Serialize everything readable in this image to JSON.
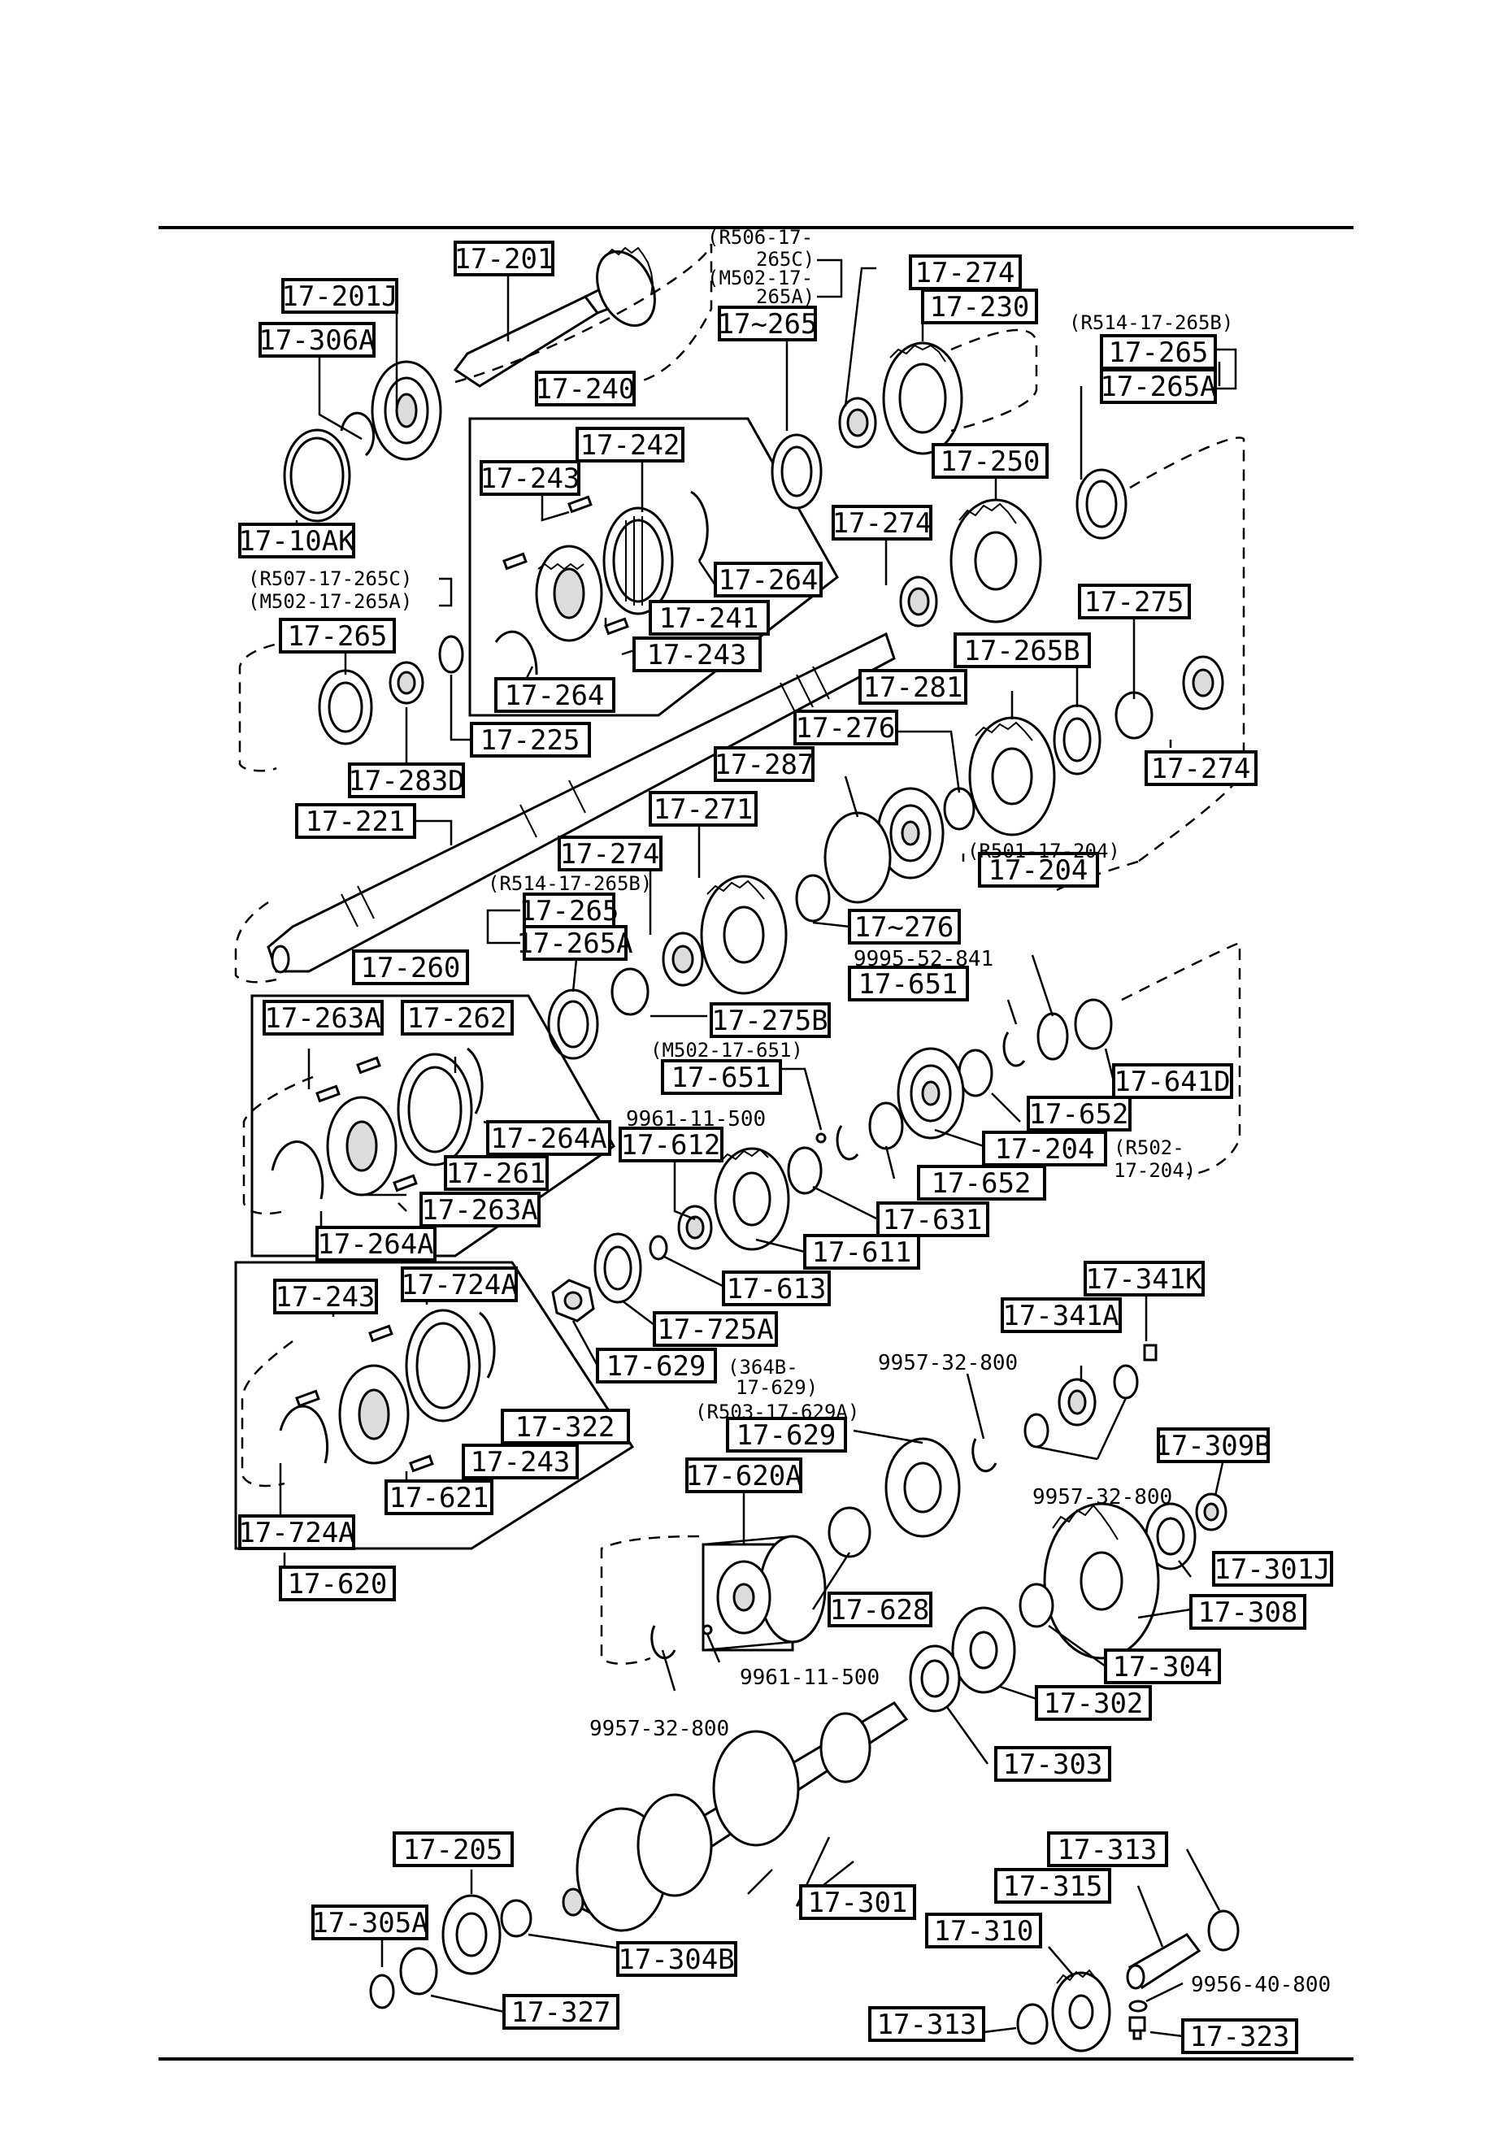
{
  "labels": {
    "p17_201": "17-201",
    "p17_201j": "17-201J",
    "p17_306a": "17-306A",
    "p17_10ak": "17-10AK",
    "p17_240": "17-240",
    "p17_242": "17-242",
    "p17_243a": "17-243",
    "p17_264a": "17-264",
    "p17_241": "17-241",
    "p17_243b": "17-243",
    "p17_264b": "17-264",
    "p17_265a": "17-265",
    "p17_225": "17-225",
    "p17_283d": "17-283D",
    "p17_265b": "17~265",
    "p17_274a": "17-274",
    "p17_230": "17-230",
    "p17_265c": "17-265",
    "p17_265a_c": "17-265A",
    "p17_250": "17-250",
    "p17_274b": "17-274",
    "p17_275": "17-275",
    "p17_265b_r": "17-265B",
    "p17_281": "17-281",
    "p17_274c": "17-274",
    "p17_276a": "17-276",
    "p17_287": "17-287",
    "p17_271": "17-271",
    "p17_204a": "17-204",
    "p17_221": "17-221",
    "p17_274d": "17-274",
    "p17_265d": "17-265",
    "p17_265a_d": "17-265A",
    "p17_276b": "17~276",
    "p17_260": "17-260",
    "p17_263a_a": "17-263A",
    "p17_262": "17-262",
    "p17_264a_a": "17-264A",
    "p17_261": "17-261",
    "p17_263a_b": "17-263A",
    "p17_264a_b": "17-264A",
    "p17_275b": "17-275B",
    "p17_651a": "17-651",
    "p17_641d": "17-641D",
    "p17_651b": "17-651",
    "p17_652a": "17-652",
    "p17_204b": "17-204",
    "p17_612": "17-612",
    "p17_652b": "17-652",
    "p17_631": "17-631",
    "p17_611": "17-611",
    "p17_613": "17-613",
    "p17_725a": "17-725A",
    "p17_629a": "17-629",
    "p17_341k": "17-341K",
    "p17_341a": "17-341A",
    "p17_243c": "17-243",
    "p17_724a_a": "17-724A",
    "p17_322": "17-322",
    "p17_243d": "17-243",
    "p17_621": "17-621",
    "p17_724a_b": "17-724A",
    "p17_620": "17-620",
    "p17_629b": "17-629",
    "p17_620a": "17-620A",
    "p17_309b": "17-309B",
    "p17_301j": "17-301J",
    "p17_628": "17-628",
    "p17_308": "17-308",
    "p17_304": "17-304",
    "p17_302": "17-302",
    "p17_303": "17-303",
    "p17_205": "17-205",
    "p17_301": "17-301",
    "p17_305a": "17-305A",
    "p17_304b": "17-304B",
    "p17_327": "17-327",
    "p17_313a": "17-313",
    "p17_315": "17-315",
    "p17_310": "17-310",
    "p17_313b": "17-313",
    "p17_323": "17-323"
  },
  "notes": {
    "n_r506_1": "(R506-17-",
    "n_r506_2": "265C)",
    "n_m502_1": "(M502-17-",
    "n_m502_2": "265A)",
    "n_r514_a": "(R514-17-265B)",
    "n_r507": "(R507-17-265C)",
    "n_m502_b": "(M502-17-265A)",
    "n_r501": "(R501-17-204)",
    "n_r514_b": "(R514-17-265B)",
    "n_m502_651": "(M502-17-651)",
    "n_r502_1": "(R502-",
    "n_r502_2": "17-204)",
    "n_364b_1": "(364B-",
    "n_364b_2": "17-629)",
    "n_r503": "(R503-17-629A)"
  },
  "free_numbers": {
    "f_9995": "9995-52-841",
    "f_9961_a": "9961-11-500",
    "f_9957_a": "9957-32-800",
    "f_9957_b": "9957-32-800",
    "f_9961_b": "9961-11-500",
    "f_9957_c": "9957-32-800",
    "f_9956": "9956-40-800"
  }
}
